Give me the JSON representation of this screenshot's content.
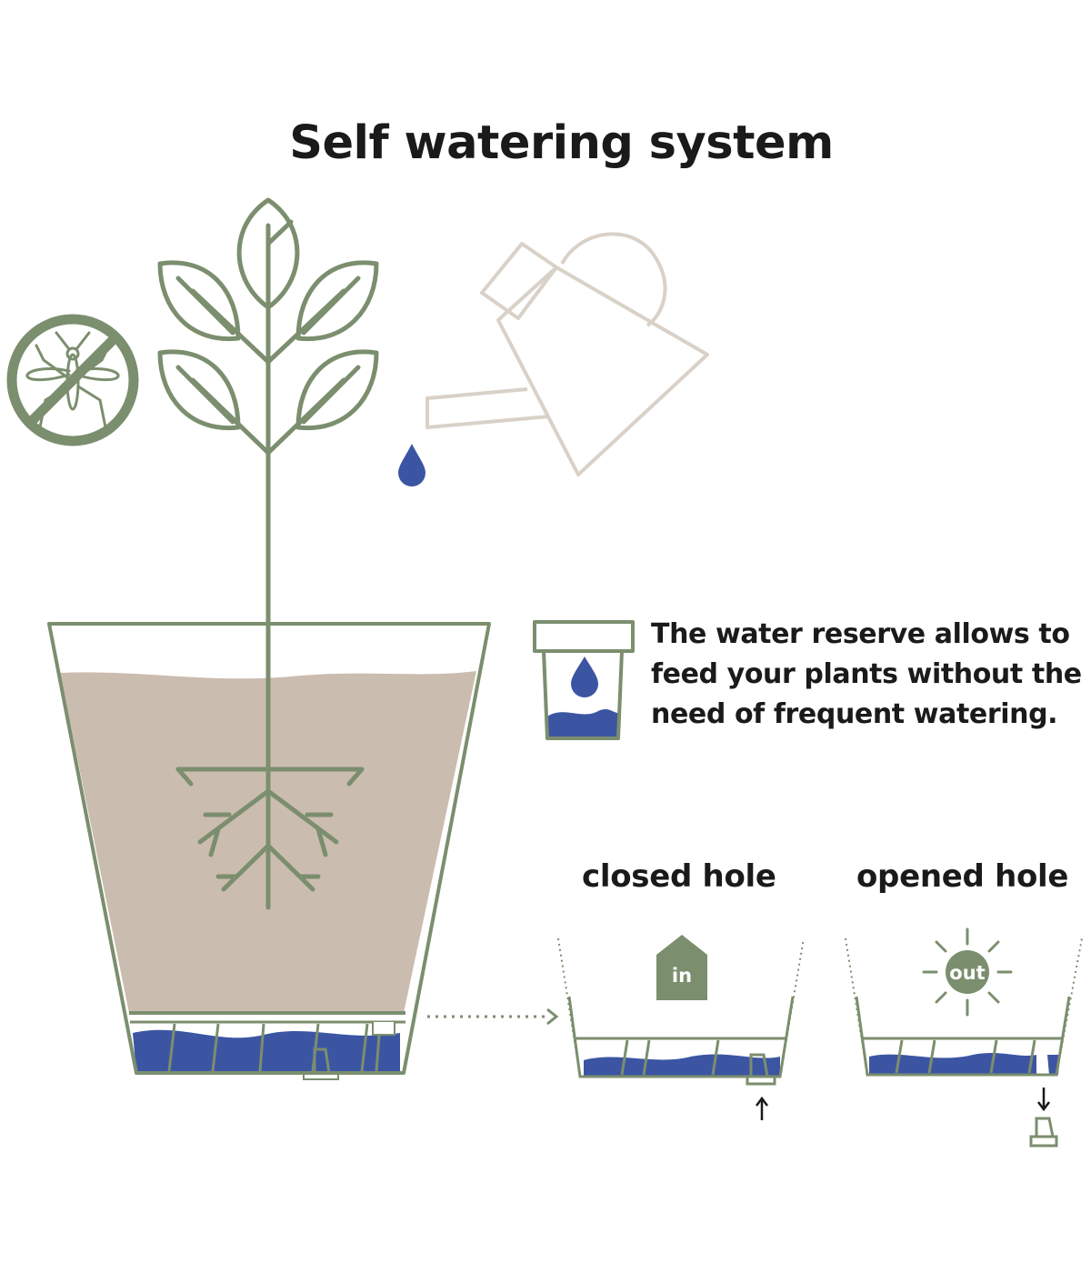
{
  "title": "Self watering system",
  "reserve_caption": {
    "line1": "The water reserve allows to",
    "line2": "feed your plants without the",
    "line3": "need of frequent watering."
  },
  "closed_hole": {
    "label": "closed hole",
    "badge": "in"
  },
  "opened_hole": {
    "label": "opened hole",
    "badge": "out"
  },
  "colors": {
    "green": "#7b8e6e",
    "soil": "#cbbcb0",
    "water": "#3c55a3",
    "can": "#d9d1c8",
    "text": "#1a1a1a"
  }
}
